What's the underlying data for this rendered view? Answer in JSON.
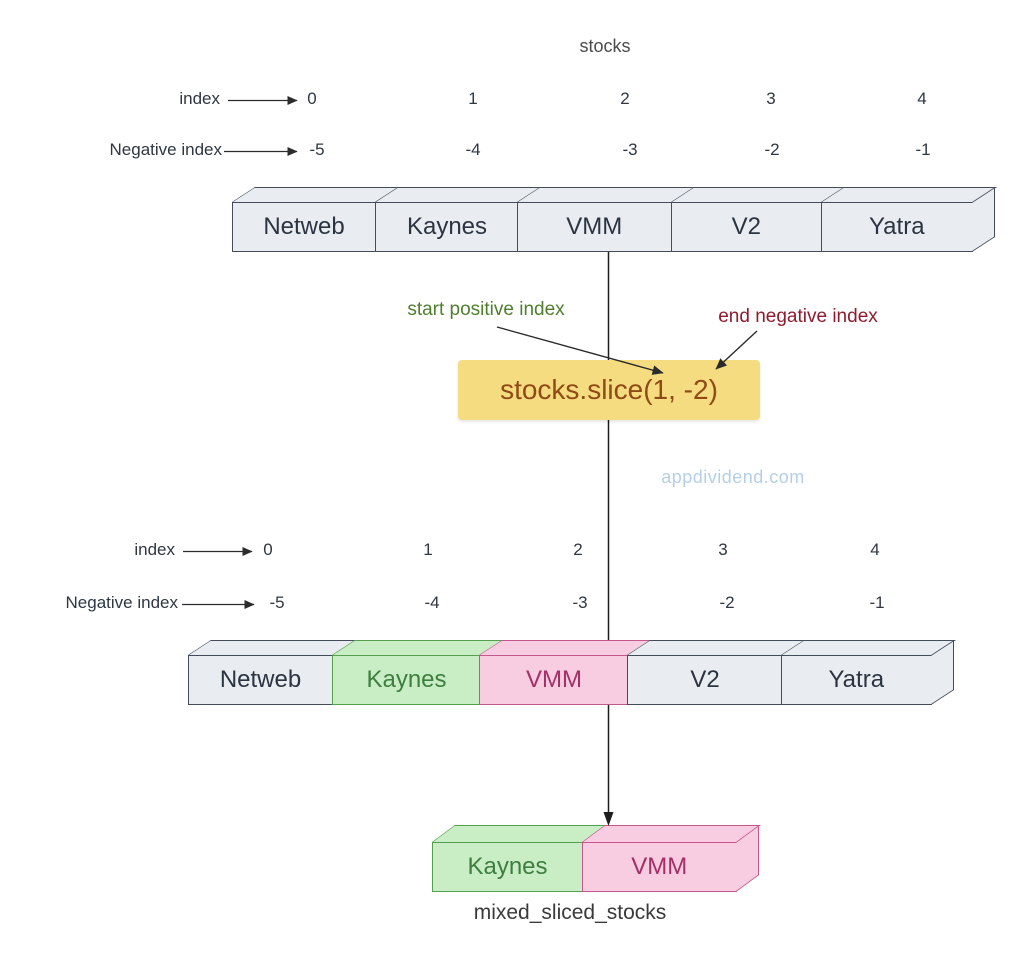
{
  "title": "stocks",
  "watermark": "appdividend.com",
  "slice_call": {
    "code": "stocks.slice(1, -2)",
    "start_annotation": "start positive index",
    "end_annotation": "end negative index"
  },
  "rows": {
    "top": {
      "index_label": "index",
      "negative_label": "Negative index",
      "indices": [
        "0",
        "1",
        "2",
        "3",
        "4"
      ],
      "negative_indices": [
        "-5",
        "-4",
        "-3",
        "-2",
        "-1"
      ]
    },
    "bottom": {
      "index_label": "index",
      "negative_label": "Negative index",
      "indices": [
        "0",
        "1",
        "2",
        "3",
        "4"
      ],
      "negative_indices": [
        "-5",
        "-4",
        "-3",
        "-2",
        "-1"
      ]
    }
  },
  "arrays": {
    "original": {
      "cells": [
        {
          "label": "Netweb",
          "state": "default"
        },
        {
          "label": "Kaynes",
          "state": "default"
        },
        {
          "label": "VMM",
          "state": "default"
        },
        {
          "label": "V2",
          "state": "default"
        },
        {
          "label": "Yatra",
          "state": "default"
        }
      ]
    },
    "sliced_view": {
      "cells": [
        {
          "label": "Netweb",
          "state": "default"
        },
        {
          "label": "Kaynes",
          "state": "start-highlight-green"
        },
        {
          "label": "VMM",
          "state": "end-highlight-pink"
        },
        {
          "label": "V2",
          "state": "default"
        },
        {
          "label": "Yatra",
          "state": "default"
        }
      ]
    },
    "result": {
      "caption": "mixed_sliced_stocks",
      "cells": [
        {
          "label": "Kaynes",
          "state": "start-highlight-green"
        },
        {
          "label": "VMM",
          "state": "end-highlight-pink"
        }
      ]
    }
  },
  "colors": {
    "cell_default_bg": "#e9ecf1",
    "cell_default_border": "#444c5a",
    "cell_green_bg": "#c9eec5",
    "cell_green_border": "#55a04e",
    "cell_green_text": "#3e7e3e",
    "cell_pink_bg": "#f8cce1",
    "cell_pink_border": "#c2588c",
    "cell_pink_text": "#a23067",
    "slice_box_bg": "#f6dc80",
    "slice_box_text": "#8f4a15",
    "start_annotation_text": "#4f7f2d",
    "end_annotation_text": "#8e1c2e",
    "watermark_text": "#b5cfe8",
    "line_color": "#2b2b2b"
  }
}
